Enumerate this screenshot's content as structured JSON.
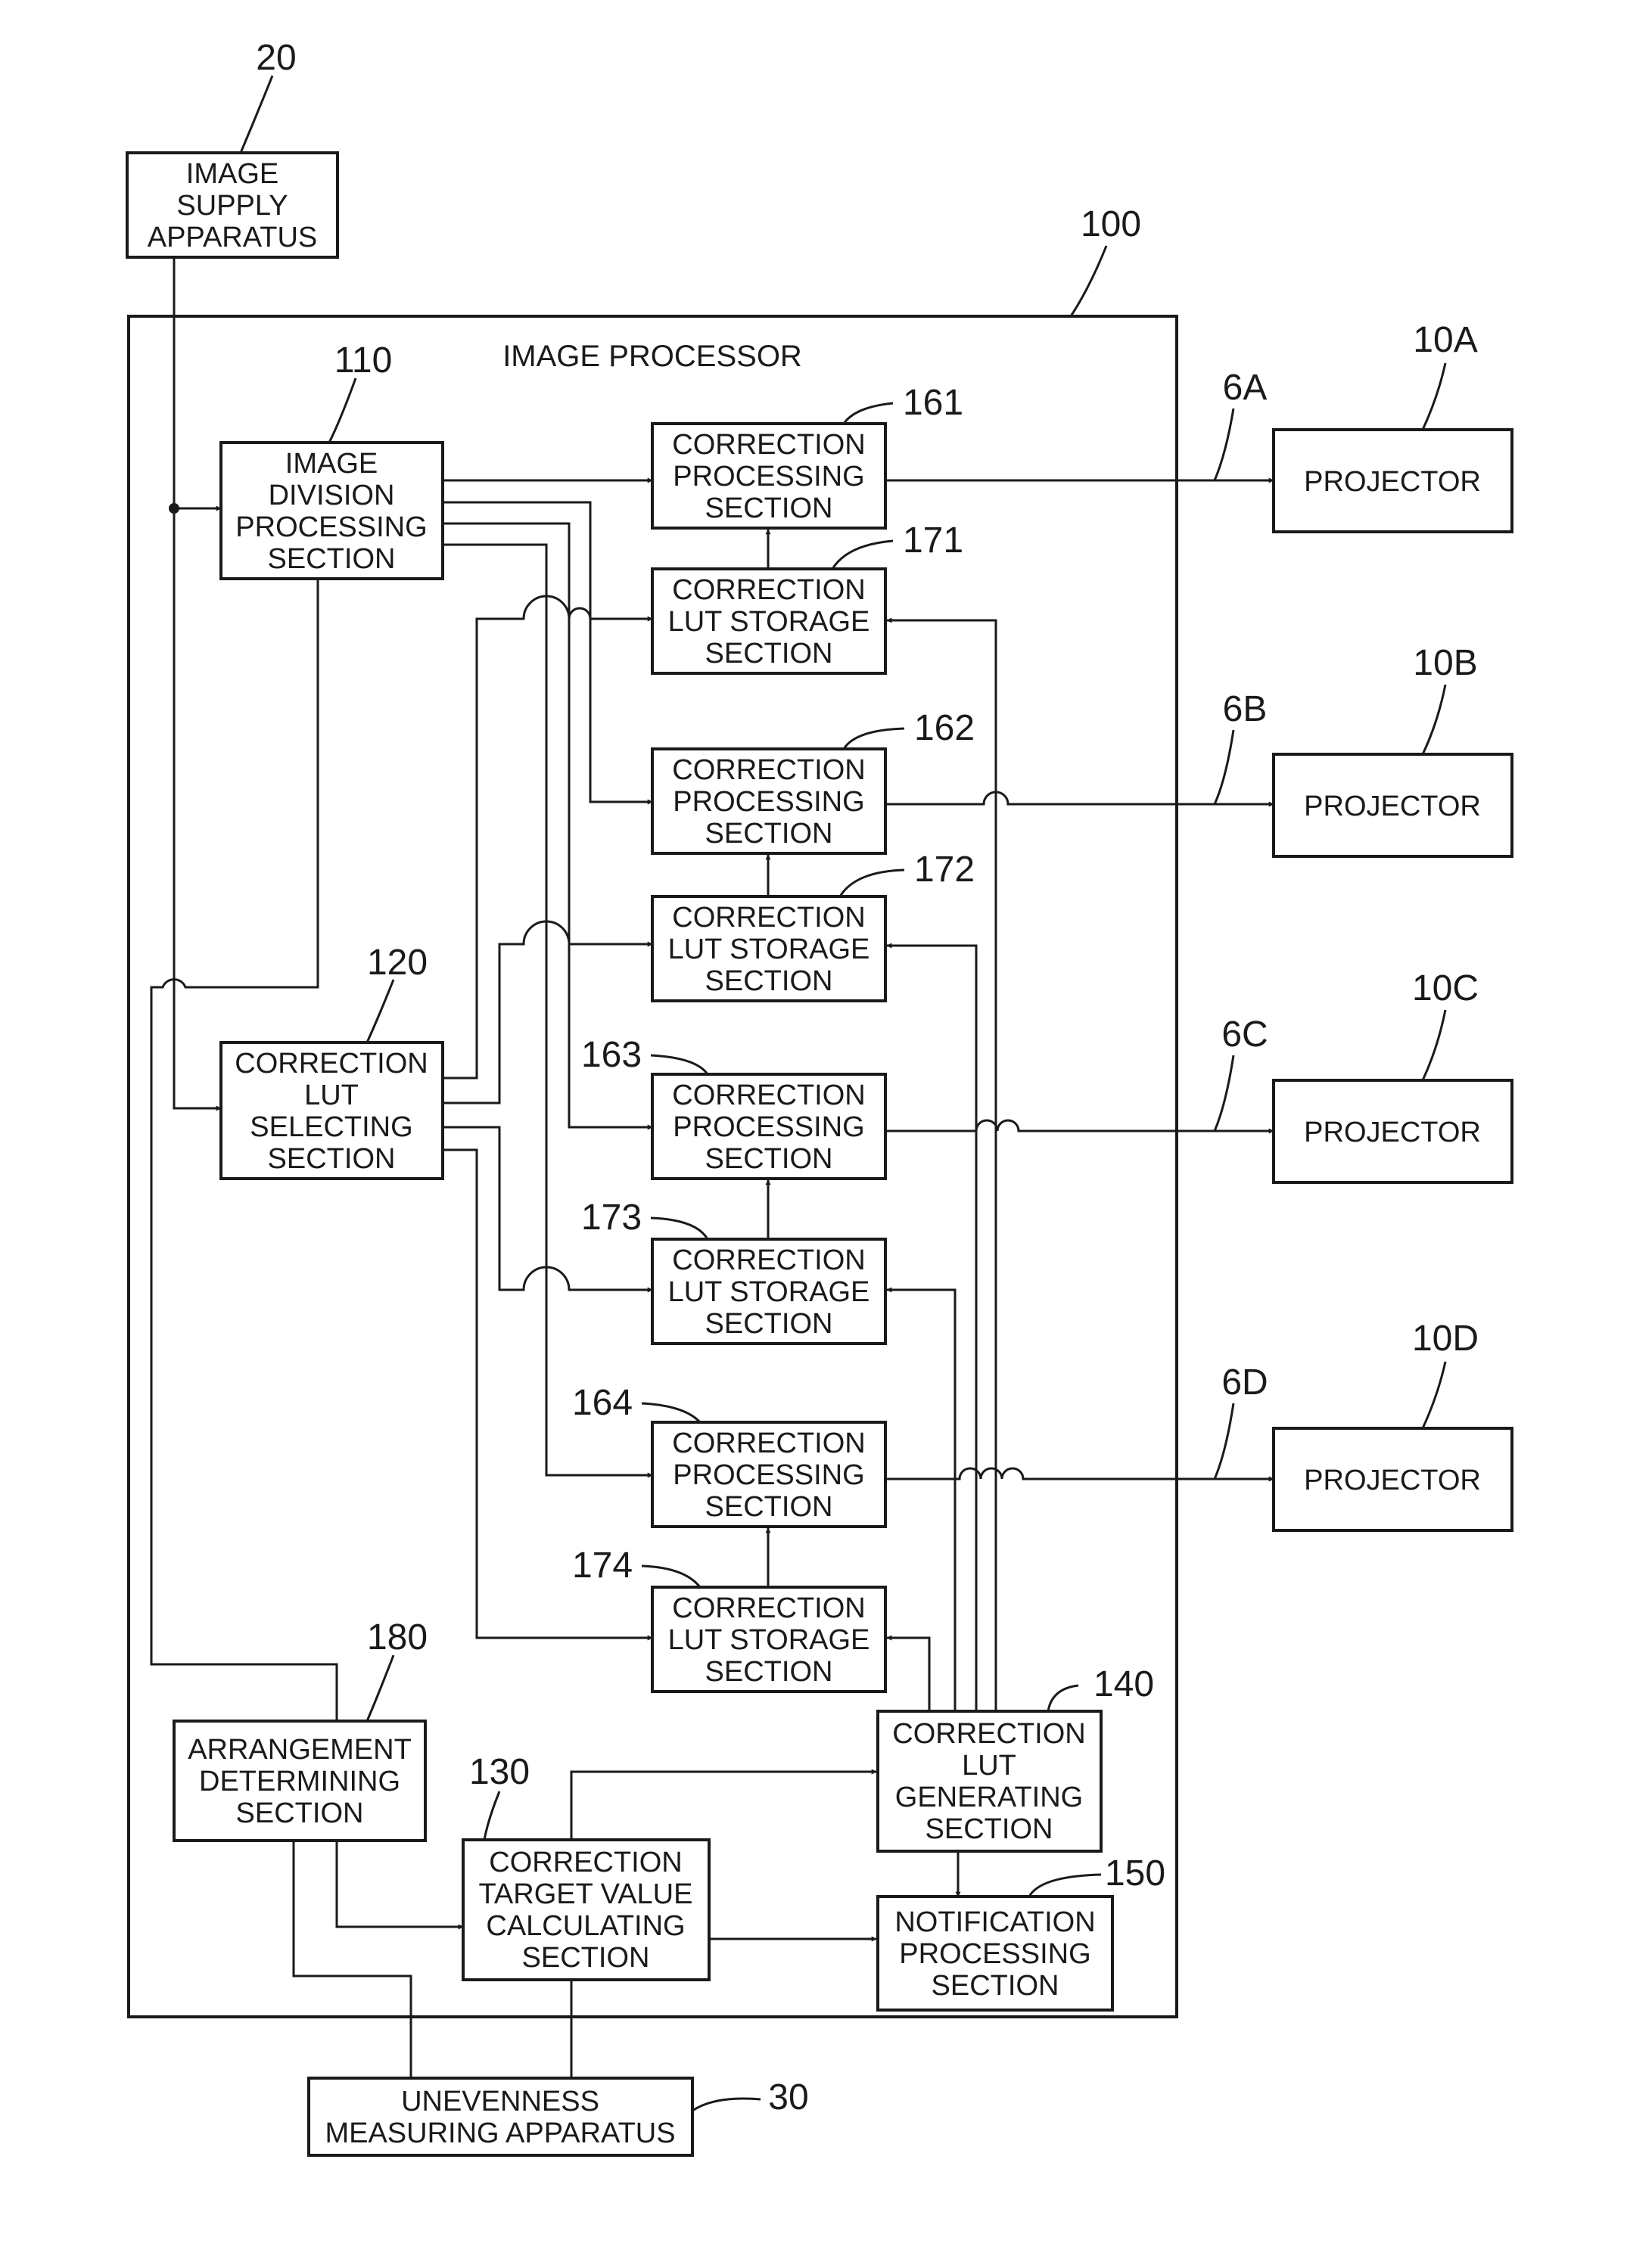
{
  "processor": {
    "ref": "100",
    "caption": "IMAGE PROCESSOR"
  },
  "image_supply": {
    "ref": "20",
    "lines": [
      "IMAGE",
      "SUPPLY",
      "APPARATUS"
    ]
  },
  "image_division": {
    "ref": "110",
    "lines": [
      "IMAGE",
      "DIVISION",
      "PROCESSING",
      "SECTION"
    ]
  },
  "lut_selecting": {
    "ref": "120",
    "lines": [
      "CORRECTION",
      "LUT",
      "SELECTING",
      "SECTION"
    ]
  },
  "target_value": {
    "ref": "130",
    "lines": [
      "CORRECTION",
      "TARGET VALUE",
      "CALCULATING",
      "SECTION"
    ]
  },
  "lut_generating": {
    "ref": "140",
    "lines": [
      "CORRECTION",
      "LUT",
      "GENERATING",
      "SECTION"
    ]
  },
  "notification": {
    "ref": "150",
    "lines": [
      "NOTIFICATION",
      "PROCESSING",
      "SECTION"
    ]
  },
  "arrangement": {
    "ref": "180",
    "lines": [
      "ARRANGEMENT",
      "DETERMINING",
      "SECTION"
    ]
  },
  "unevenness": {
    "ref": "30",
    "lines": [
      "UNEVENNESS",
      "MEASURING APPARATUS"
    ]
  },
  "correction_processing": [
    {
      "ref": "161",
      "lines": [
        "CORRECTION",
        "PROCESSING",
        "SECTION"
      ]
    },
    {
      "ref": "162",
      "lines": [
        "CORRECTION",
        "PROCESSING",
        "SECTION"
      ]
    },
    {
      "ref": "163",
      "lines": [
        "CORRECTION",
        "PROCESSING",
        "SECTION"
      ]
    },
    {
      "ref": "164",
      "lines": [
        "CORRECTION",
        "PROCESSING",
        "SECTION"
      ]
    }
  ],
  "lut_storage": [
    {
      "ref": "171",
      "lines": [
        "CORRECTION",
        "LUT STORAGE",
        "SECTION"
      ]
    },
    {
      "ref": "172",
      "lines": [
        "CORRECTION",
        "LUT STORAGE",
        "SECTION"
      ]
    },
    {
      "ref": "173",
      "lines": [
        "CORRECTION",
        "LUT STORAGE",
        "SECTION"
      ]
    },
    {
      "ref": "174",
      "lines": [
        "CORRECTION",
        "LUT STORAGE",
        "SECTION"
      ]
    }
  ],
  "projectors": [
    {
      "ref": "10A",
      "cable": "6A",
      "label": "PROJECTOR"
    },
    {
      "ref": "10B",
      "cable": "6B",
      "label": "PROJECTOR"
    },
    {
      "ref": "10C",
      "cable": "6C",
      "label": "PROJECTOR"
    },
    {
      "ref": "10D",
      "cable": "6D",
      "label": "PROJECTOR"
    }
  ]
}
